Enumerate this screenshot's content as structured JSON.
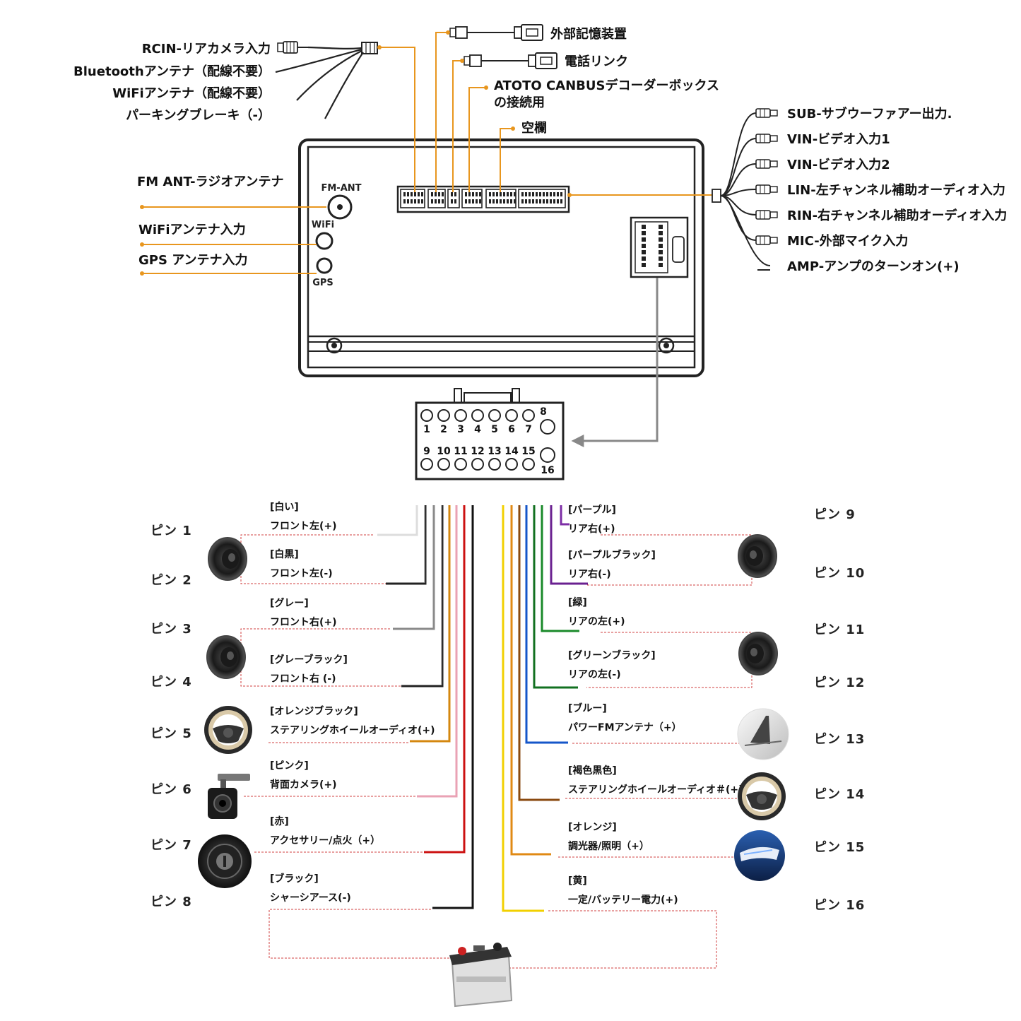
{
  "top_left_cables": [
    {
      "id": "rcin",
      "label": "RCIN-リアカメラ入力"
    },
    {
      "id": "bt",
      "label": "Bluetoothアンテナ（配線不要）"
    },
    {
      "id": "wifi",
      "label": "WiFiアンテナ（配線不要）"
    },
    {
      "id": "parking",
      "label": "パーキングブレーキ（-）"
    }
  ],
  "top_connectors": [
    {
      "id": "storage",
      "label": "外部記憶装置"
    },
    {
      "id": "phonelink",
      "label": "電話リンク"
    },
    {
      "id": "canbus",
      "label": "ATOTO CANBUSデコーダーボックス",
      "label2": "の接続用"
    },
    {
      "id": "blank",
      "label": "空欄"
    }
  ],
  "right_cables": [
    {
      "id": "sub",
      "label": "SUB-サブウーファアー出力."
    },
    {
      "id": "vin1",
      "label": "VIN-ビデオ入力1"
    },
    {
      "id": "vin2",
      "label": "VIN-ビデオ入力2"
    },
    {
      "id": "lin",
      "label": "LIN-左チャンネル補助オーディオ入力"
    },
    {
      "id": "rin",
      "label": "RIN-右チャンネル補助オーディオ入力"
    },
    {
      "id": "mic",
      "label": "MIC-外部マイク入力"
    },
    {
      "id": "amp",
      "label": "AMP-アンプのターンオン(+)"
    }
  ],
  "antennas": [
    {
      "id": "fm",
      "label": "FM ANT-ラジオアンテナ",
      "unit_label": "FM-ANT"
    },
    {
      "id": "wifi",
      "label": "WiFiアンテナ入力",
      "unit_label": "WiFi"
    },
    {
      "id": "gps",
      "label": "GPS アンテナ入力",
      "unit_label": "GPS"
    }
  ],
  "connector16": {
    "top_numbers": [
      "1",
      "2",
      "3",
      "4",
      "5",
      "6",
      "7",
      "8"
    ],
    "bottom_numbers": [
      "9",
      "10",
      "11",
      "12",
      "13",
      "14",
      "15",
      "16"
    ]
  },
  "left_pins": [
    {
      "pin": "ピン 1",
      "color_name": "[白い]",
      "function": "フロント左(+)",
      "color": "#dddddd"
    },
    {
      "pin": "ピン 2",
      "color_name": "[白黒]",
      "function": "フロント左(-)",
      "color": "#222222"
    },
    {
      "pin": "ピン 3",
      "color_name": "[グレー]",
      "function": "フロント右(+)",
      "color": "#8a8a8a"
    },
    {
      "pin": "ピン 4",
      "color_name": "[グレーブラック]",
      "function": "フロント右 (-)",
      "color": "#222222"
    },
    {
      "pin": "ピン 5",
      "color_name": "[オレンジブラック]",
      "function": "ステアリングホイールオーディオ(+)",
      "color": "#d4870f"
    },
    {
      "pin": "ピン 6",
      "color_name": "[ピンク]",
      "function": "背面カメラ(+)",
      "color": "#eaa2b4"
    },
    {
      "pin": "ピン 7",
      "color_name": "[赤]",
      "function": "アクセサリー/点火（+）",
      "color": "#cc1111"
    },
    {
      "pin": "ピン 8",
      "color_name": "[ブラック]",
      "function": "シャーシアース(-)",
      "color": "#111111"
    }
  ],
  "right_pins": [
    {
      "pin": "ピン 9",
      "color_name": "[パープル]",
      "function": "リア右(+)",
      "color": "#7d2ea6"
    },
    {
      "pin": "ピン 10",
      "color_name": "[パープルブラック]",
      "function": "リア右(-)",
      "color": "#6a2090"
    },
    {
      "pin": "ピン 11",
      "color_name": "[緑]",
      "function": "リアの左(+)",
      "color": "#1a8a2a"
    },
    {
      "pin": "ピン 12",
      "color_name": "[グリーンブラック]",
      "function": "リアの左(-)",
      "color": "#127020"
    },
    {
      "pin": "ピン 13",
      "color_name": "[ブルー]",
      "function": "パワーFMアンテナ（+）",
      "color": "#1556c9"
    },
    {
      "pin": "ピン 14",
      "color_name": "[褐色黒色]",
      "function": "ステアリングホイールオーディオ＃(+)",
      "color": "#8a4a10"
    },
    {
      "pin": "ピン 15",
      "color_name": "[オレンジ]",
      "function": "調光器/照明（+）",
      "color": "#e08a14"
    },
    {
      "pin": "ピン 16",
      "color_name": "[黄]",
      "function": "一定/バッテリー電力(+)",
      "color": "#f2d000"
    }
  ],
  "colors": {
    "leader": "#e8961e",
    "dashed": "#d04040",
    "arrow": "#888888",
    "unit_stroke": "#222222"
  },
  "icons": {
    "speaker": "speaker-icon",
    "steering": "steering-wheel-icon",
    "camera": "rear-camera-icon",
    "ignition": "ignition-switch-icon",
    "antenna": "shark-fin-antenna-icon",
    "headlight": "headlight-icon",
    "battery": "car-battery-icon"
  }
}
